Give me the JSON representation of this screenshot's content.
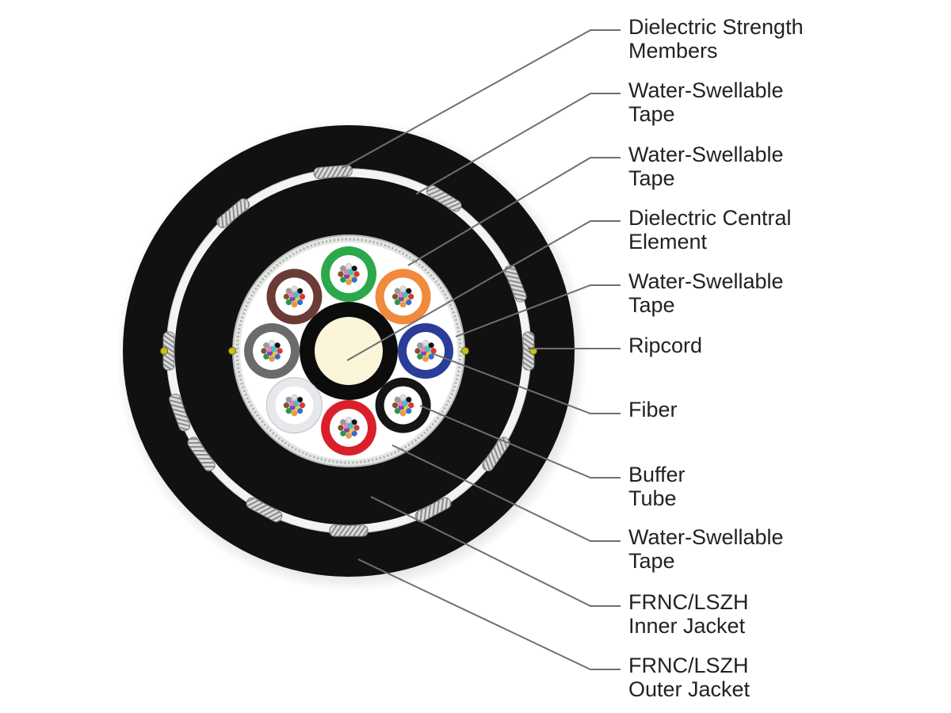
{
  "colors": {
    "background": "#ffffff",
    "jacket": "#111111",
    "tape": "#f3f3f3",
    "core": "#fbf6d9",
    "leader_line": "#6f6f6f",
    "label_text": "#222222",
    "ripcord": "#c8c020"
  },
  "buffer_tubes": [
    {
      "color_name": "green",
      "color": "#2ca84a"
    },
    {
      "color_name": "orange",
      "color": "#f08a3c"
    },
    {
      "color_name": "blue",
      "color": "#2a3d98"
    },
    {
      "color_name": "black",
      "color": "#151515"
    },
    {
      "color_name": "red",
      "color": "#d9202a"
    },
    {
      "color_name": "white",
      "color": "#e8e8ec"
    },
    {
      "color_name": "slate",
      "color": "#6b6b6b"
    },
    {
      "color_name": "brown",
      "color": "#6b3b36"
    }
  ],
  "fiber_colors": [
    "#e6312e",
    "#2d6fd1",
    "#f39a2e",
    "#1f9b48",
    "#8a4f2a",
    "#9a9a9a",
    "#e0e0e0",
    "#111111",
    "#e9d22a",
    "#8d3db5",
    "#f07fb5",
    "#3cc3d1"
  ],
  "labels": [
    {
      "id": "dielectric-strength-members",
      "lines": [
        "Dielectric Strength",
        "Members"
      ]
    },
    {
      "id": "water-swellable-tape-1",
      "lines": [
        "Water-Swellable",
        "Tape"
      ]
    },
    {
      "id": "water-swellable-tape-2",
      "lines": [
        "Water-Swellable",
        "Tape"
      ]
    },
    {
      "id": "dielectric-central-element",
      "lines": [
        "Dielectric Central",
        "Element"
      ]
    },
    {
      "id": "water-swellable-tape-3",
      "lines": [
        "Water-Swellable",
        "Tape"
      ]
    },
    {
      "id": "ripcord",
      "lines": [
        "Ripcord"
      ]
    },
    {
      "id": "fiber",
      "lines": [
        "Fiber"
      ]
    },
    {
      "id": "buffer-tube",
      "lines": [
        "Buffer",
        "Tube"
      ]
    },
    {
      "id": "water-swellable-tape-4",
      "lines": [
        "Water-Swellable",
        "Tape"
      ]
    },
    {
      "id": "frnc-lszh-inner-jacket",
      "lines": [
        "FRNC/LSZH",
        "Inner Jacket"
      ]
    },
    {
      "id": "frnc-lszh-outer-jacket",
      "lines": [
        "FRNC/LSZH",
        "Outer Jacket"
      ]
    }
  ]
}
